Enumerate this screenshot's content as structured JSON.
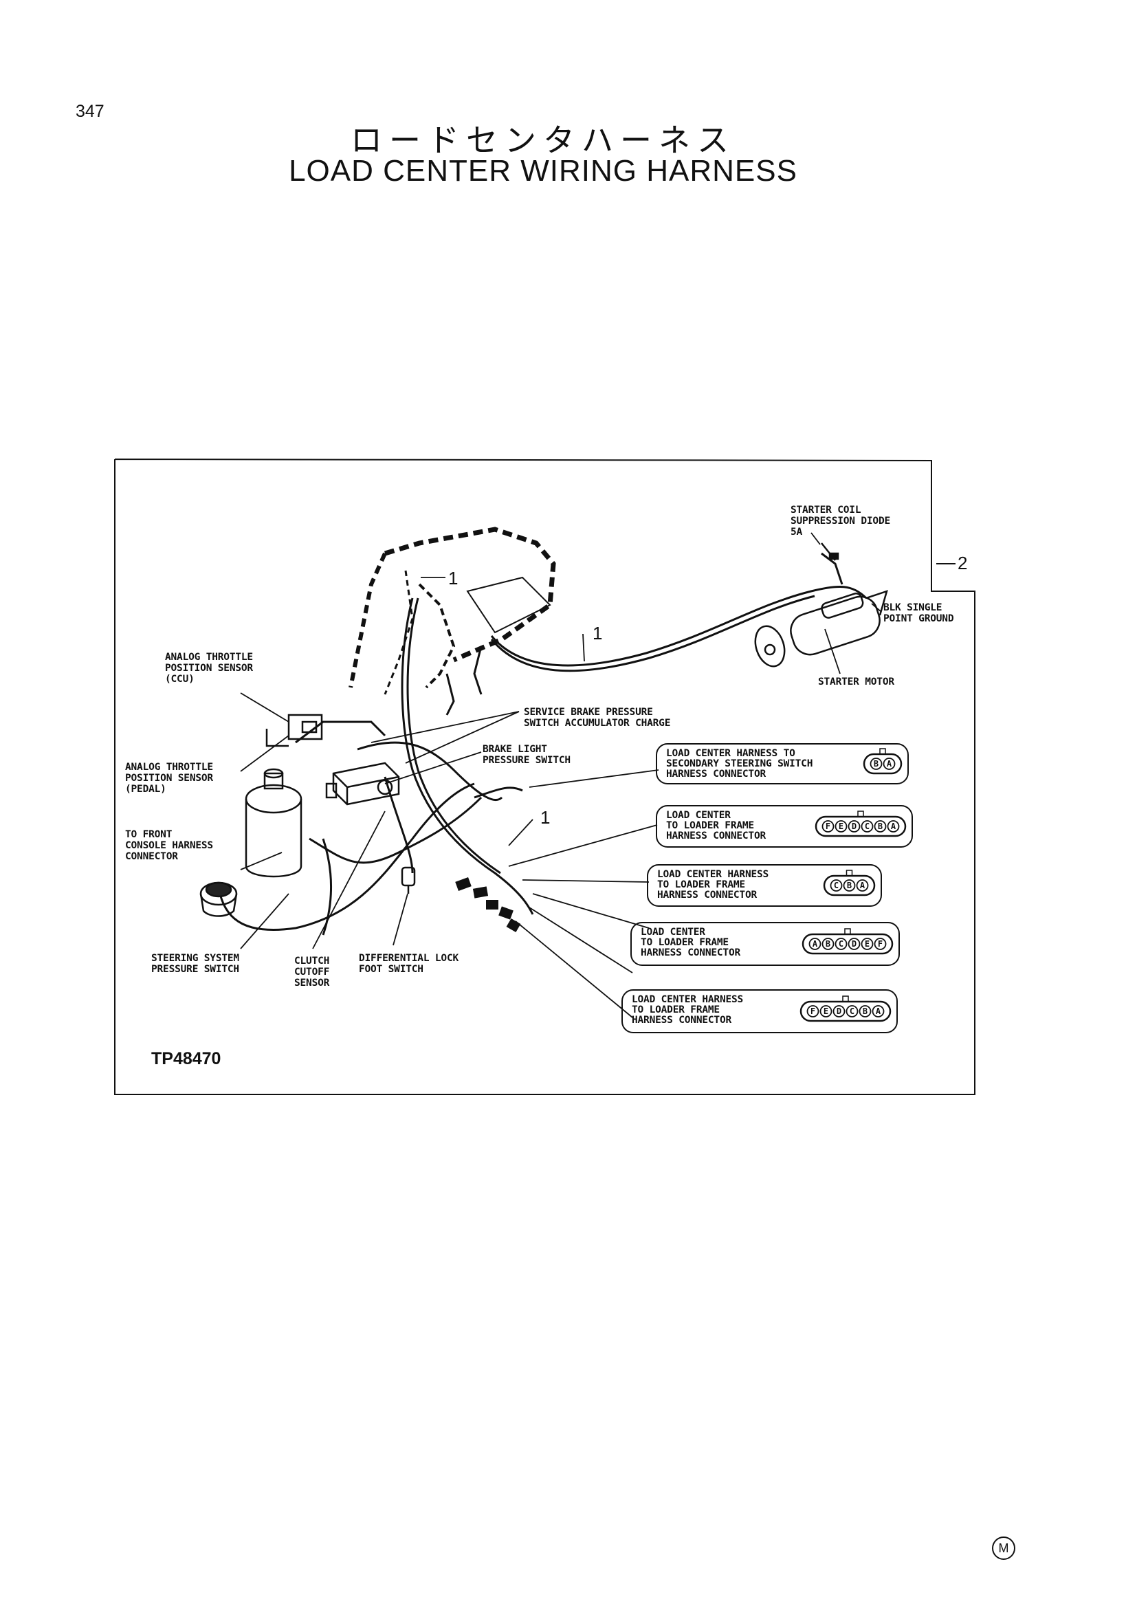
{
  "page_number": "347",
  "title_jp": "ロードセンタハーネス",
  "title_en": "LOAD CENTER WIRING HARNESS",
  "figure_code": "TP48470",
  "reference_numbers": [
    "1",
    "1",
    "1",
    "2"
  ],
  "callouts": {
    "starter_coil_diode": [
      "STARTER COIL",
      "SUPPRESSION DIODE",
      "5A"
    ],
    "blk_ground": [
      "BLK SINGLE",
      "POINT GROUND"
    ],
    "starter_motor": [
      "STARTER MOTOR"
    ],
    "throttle_ccu": [
      "ANALOG THROTTLE",
      "POSITION SENSOR",
      "(CCU)"
    ],
    "service_brake": [
      "SERVICE BRAKE PRESSURE",
      "SWITCH ACCUMULATOR CHARGE"
    ],
    "brake_light": [
      "BRAKE LIGHT",
      "PRESSURE SWITCH"
    ],
    "throttle_pedal": [
      "ANALOG THROTTLE",
      "POSITION SENSOR",
      "(PEDAL)"
    ],
    "front_console": [
      "TO FRONT",
      "CONSOLE HARNESS",
      "CONNECTOR"
    ],
    "steering_pressure": [
      "STEERING SYSTEM",
      "PRESSURE SWITCH"
    ],
    "clutch_cutoff": [
      "CLUTCH",
      "CUTOFF",
      "SENSOR"
    ],
    "diff_lock": [
      "DIFFERENTIAL LOCK",
      "FOOT SWITCH"
    ]
  },
  "connectors": [
    {
      "lines": [
        "LOAD CENTER HARNESS TO",
        "SECONDARY STEERING SWITCH",
        "HARNESS CONNECTOR"
      ],
      "pins": [
        "B",
        "A"
      ]
    },
    {
      "lines": [
        "LOAD CENTER",
        "TO LOADER FRAME",
        "HARNESS CONNECTOR"
      ],
      "pins": [
        "F",
        "E",
        "D",
        "C",
        "B",
        "A"
      ]
    },
    {
      "lines": [
        "LOAD CENTER HARNESS",
        "TO LOADER FRAME",
        "HARNESS CONNECTOR"
      ],
      "pins": [
        "C",
        "B",
        "A"
      ]
    },
    {
      "lines": [
        "LOAD CENTER",
        "TO LOADER FRAME",
        "HARNESS CONNECTOR"
      ],
      "pins": [
        "A",
        "B",
        "C",
        "D",
        "E",
        "F"
      ]
    },
    {
      "lines": [
        "LOAD CENTER HARNESS",
        "TO LOADER FRAME",
        "HARNESS CONNECTOR"
      ],
      "pins": [
        "F",
        "E",
        "D",
        "C",
        "B",
        "A"
      ]
    }
  ],
  "corner_mark": "M"
}
